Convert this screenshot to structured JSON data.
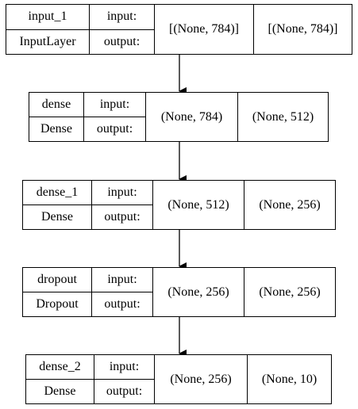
{
  "layers": [
    {
      "name": "input_1",
      "type": "InputLayer",
      "input_label": "input:",
      "output_label": "output:",
      "input_shape": "[(None, 784)]",
      "output_shape": "[(None, 784)]"
    },
    {
      "name": "dense",
      "type": "Dense",
      "input_label": "input:",
      "output_label": "output:",
      "input_shape": "(None, 784)",
      "output_shape": "(None, 512)"
    },
    {
      "name": "dense_1",
      "type": "Dense",
      "input_label": "input:",
      "output_label": "output:",
      "input_shape": "(None, 512)",
      "output_shape": "(None, 256)"
    },
    {
      "name": "dropout",
      "type": "Dropout",
      "input_label": "input:",
      "output_label": "output:",
      "input_shape": "(None, 256)",
      "output_shape": "(None, 256)"
    },
    {
      "name": "dense_2",
      "type": "Dense",
      "input_label": "input:",
      "output_label": "output:",
      "input_shape": "(None, 256)",
      "output_shape": "(None, 10)"
    }
  ]
}
